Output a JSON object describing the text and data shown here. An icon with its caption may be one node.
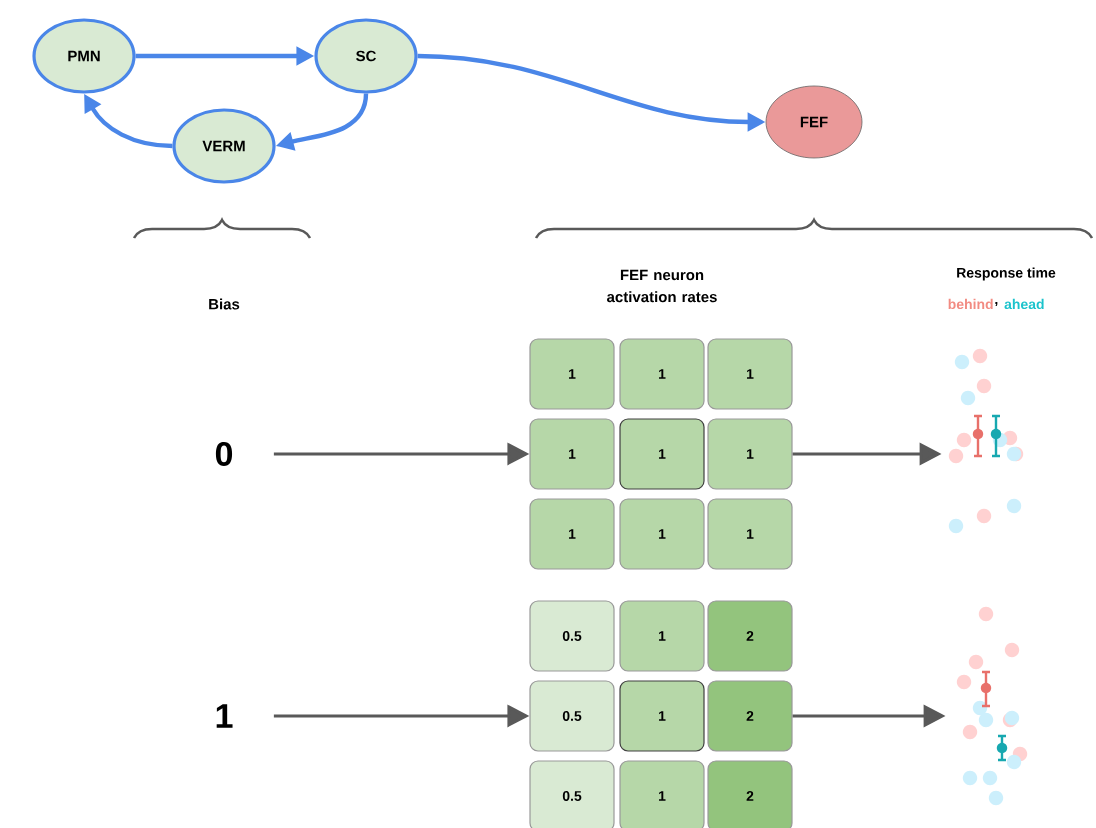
{
  "diagram": {
    "nodes": [
      {
        "text": [
          "PMN"
        ]
      },
      {
        "text": [
          "SC"
        ]
      },
      {
        "text": [
          "VERM"
        ]
      },
      {
        "text": [
          "FEF"
        ]
      },
      {
        "text": [
          "0"
        ]
      },
      {
        "text": [
          "1"
        ]
      },
      {
        "text": [
          "1"
        ]
      },
      {
        "text": [
          "1"
        ]
      },
      {
        "text": [
          "1"
        ]
      },
      {
        "text": [
          "1"
        ]
      },
      {
        "text": [
          "1"
        ]
      },
      {
        "text": [
          "1"
        ]
      },
      {
        "text": [
          "1"
        ]
      },
      {
        "text": [
          "1"
        ]
      },
      {
        "text": [],
        "shape": "picture"
      },
      {
        "text": [
          "1"
        ]
      },
      {
        "text": [
          "0.5"
        ]
      },
      {
        "text": [
          "1"
        ]
      },
      {
        "text": [
          "2"
        ]
      },
      {
        "text": [
          "0.5"
        ]
      },
      {
        "text": [
          "1"
        ]
      },
      {
        "text": [
          "2"
        ]
      },
      {
        "text": [
          "0.5"
        ]
      },
      {
        "text": [
          "1"
        ]
      },
      {
        "text": [
          "2"
        ]
      },
      {
        "text": [],
        "shape": "picture"
      }
    ],
    "edges": [
      {
        "from": 0,
        "to": 1,
        "arrow": "to"
      },
      {
        "from": 1,
        "to": 3,
        "arrow": "to"
      },
      {
        "from": 1,
        "to": 2,
        "arrow": "to"
      },
      {
        "from": 2,
        "to": 0,
        "arrow": "to"
      },
      {
        "from": 4,
        "to": 8,
        "arrow": "to",
        "color": "#595959"
      },
      {
        "from": 10,
        "to": 14,
        "arrow": "to",
        "color": "#595959"
      },
      {
        "from": 15,
        "to": 19,
        "arrow": "to",
        "color": "#595959"
      },
      {
        "from": 21,
        "to": 25,
        "arrow": "to",
        "color": "#595959"
      }
    ],
    "labels": [
      "Bias",
      "FEF neuron activation rates",
      "Response time",
      "behind",
      ",",
      "ahead"
    ]
  }
}
